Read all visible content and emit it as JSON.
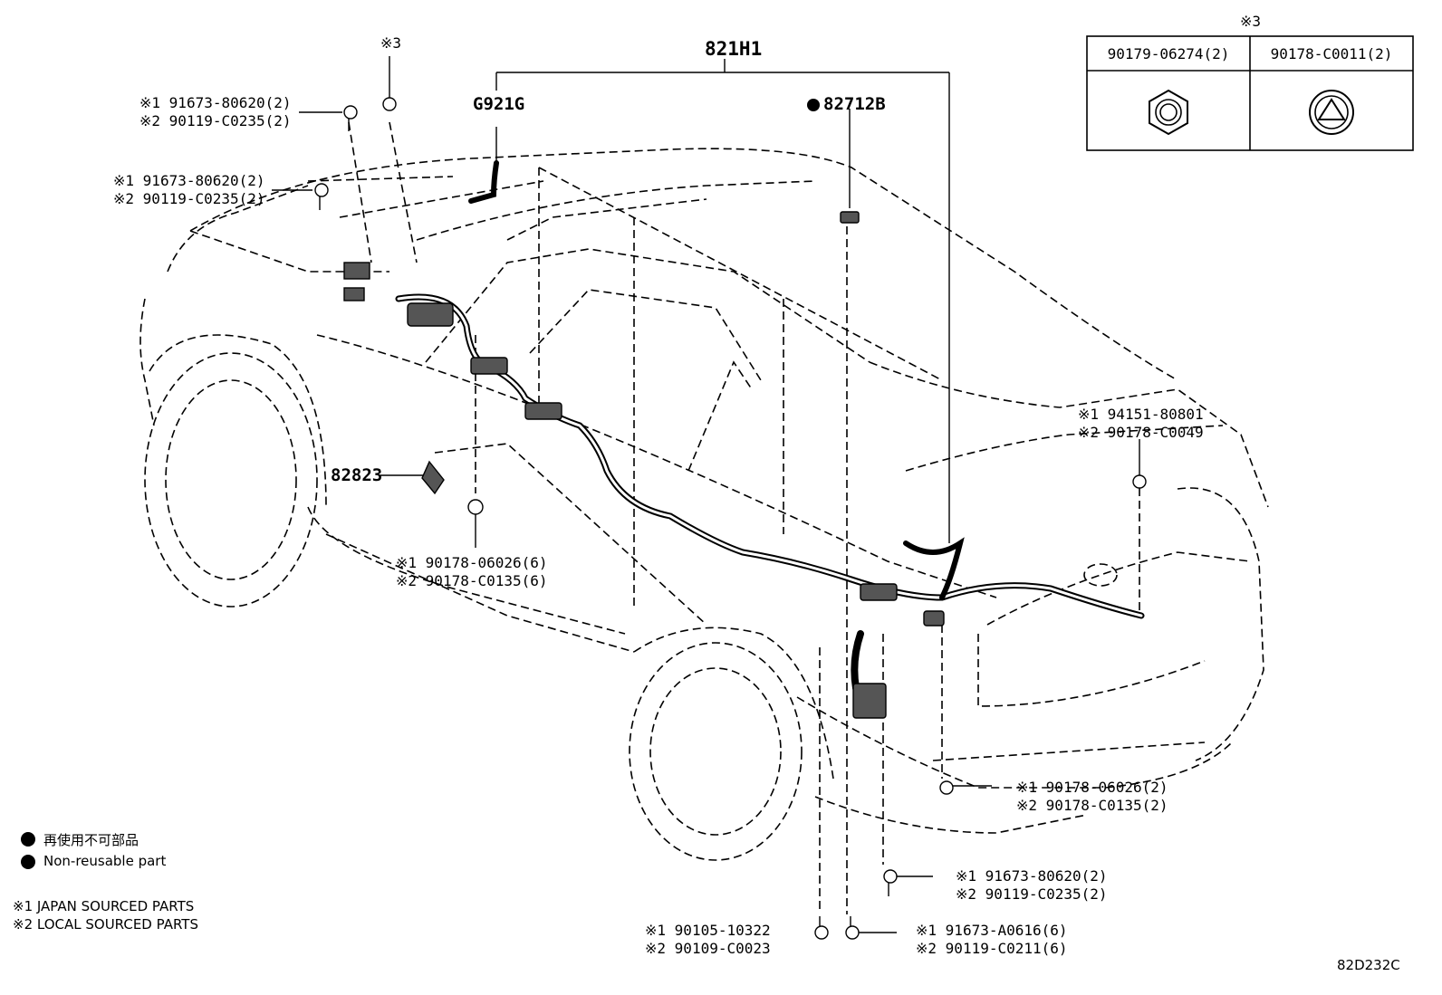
{
  "diagram": {
    "main_label": "821H1",
    "ref_mark": "※3",
    "table_header_mark": "※3",
    "table": [
      "90179-06274(2)",
      "90178-C0011(2)"
    ],
    "labels": {
      "g921g": "G921G",
      "p82712b": "82712B",
      "p82823": "82823",
      "tl1_a": "※1 91673-80620(2)",
      "tl1_b": "※2 90119-C0235(2)",
      "tl2_a": "※1 91673-80620(2)",
      "tl2_b": "※2 90119-C0235(2)",
      "mid_a": "※1 90178-06026(6)",
      "mid_b": "※2 90178-C0135(6)",
      "rr1_a": "※1 94151-80801",
      "rr1_b": "※2 90178-C0049",
      "rr2_a": "※1 90178-06026(2)",
      "rr2_b": "※2 90178-C0135(2)",
      "rr3_a": "※1 91673-80620(2)",
      "rr3_b": "※2 90119-C0235(2)",
      "bot1_a": "※1 90105-10322",
      "bot1_b": "※2 90109-C0023",
      "bot2_a": "※1 91673-A0616(6)",
      "bot2_b": "※2 90119-C0211(6)"
    },
    "legend": {
      "jp": "再使用不可部品",
      "en": "Non-reusable part",
      "note1": "※1 JAPAN SOURCED PARTS",
      "note2": "※2 LOCAL SOURCED PARTS"
    },
    "code": "82D232C"
  }
}
